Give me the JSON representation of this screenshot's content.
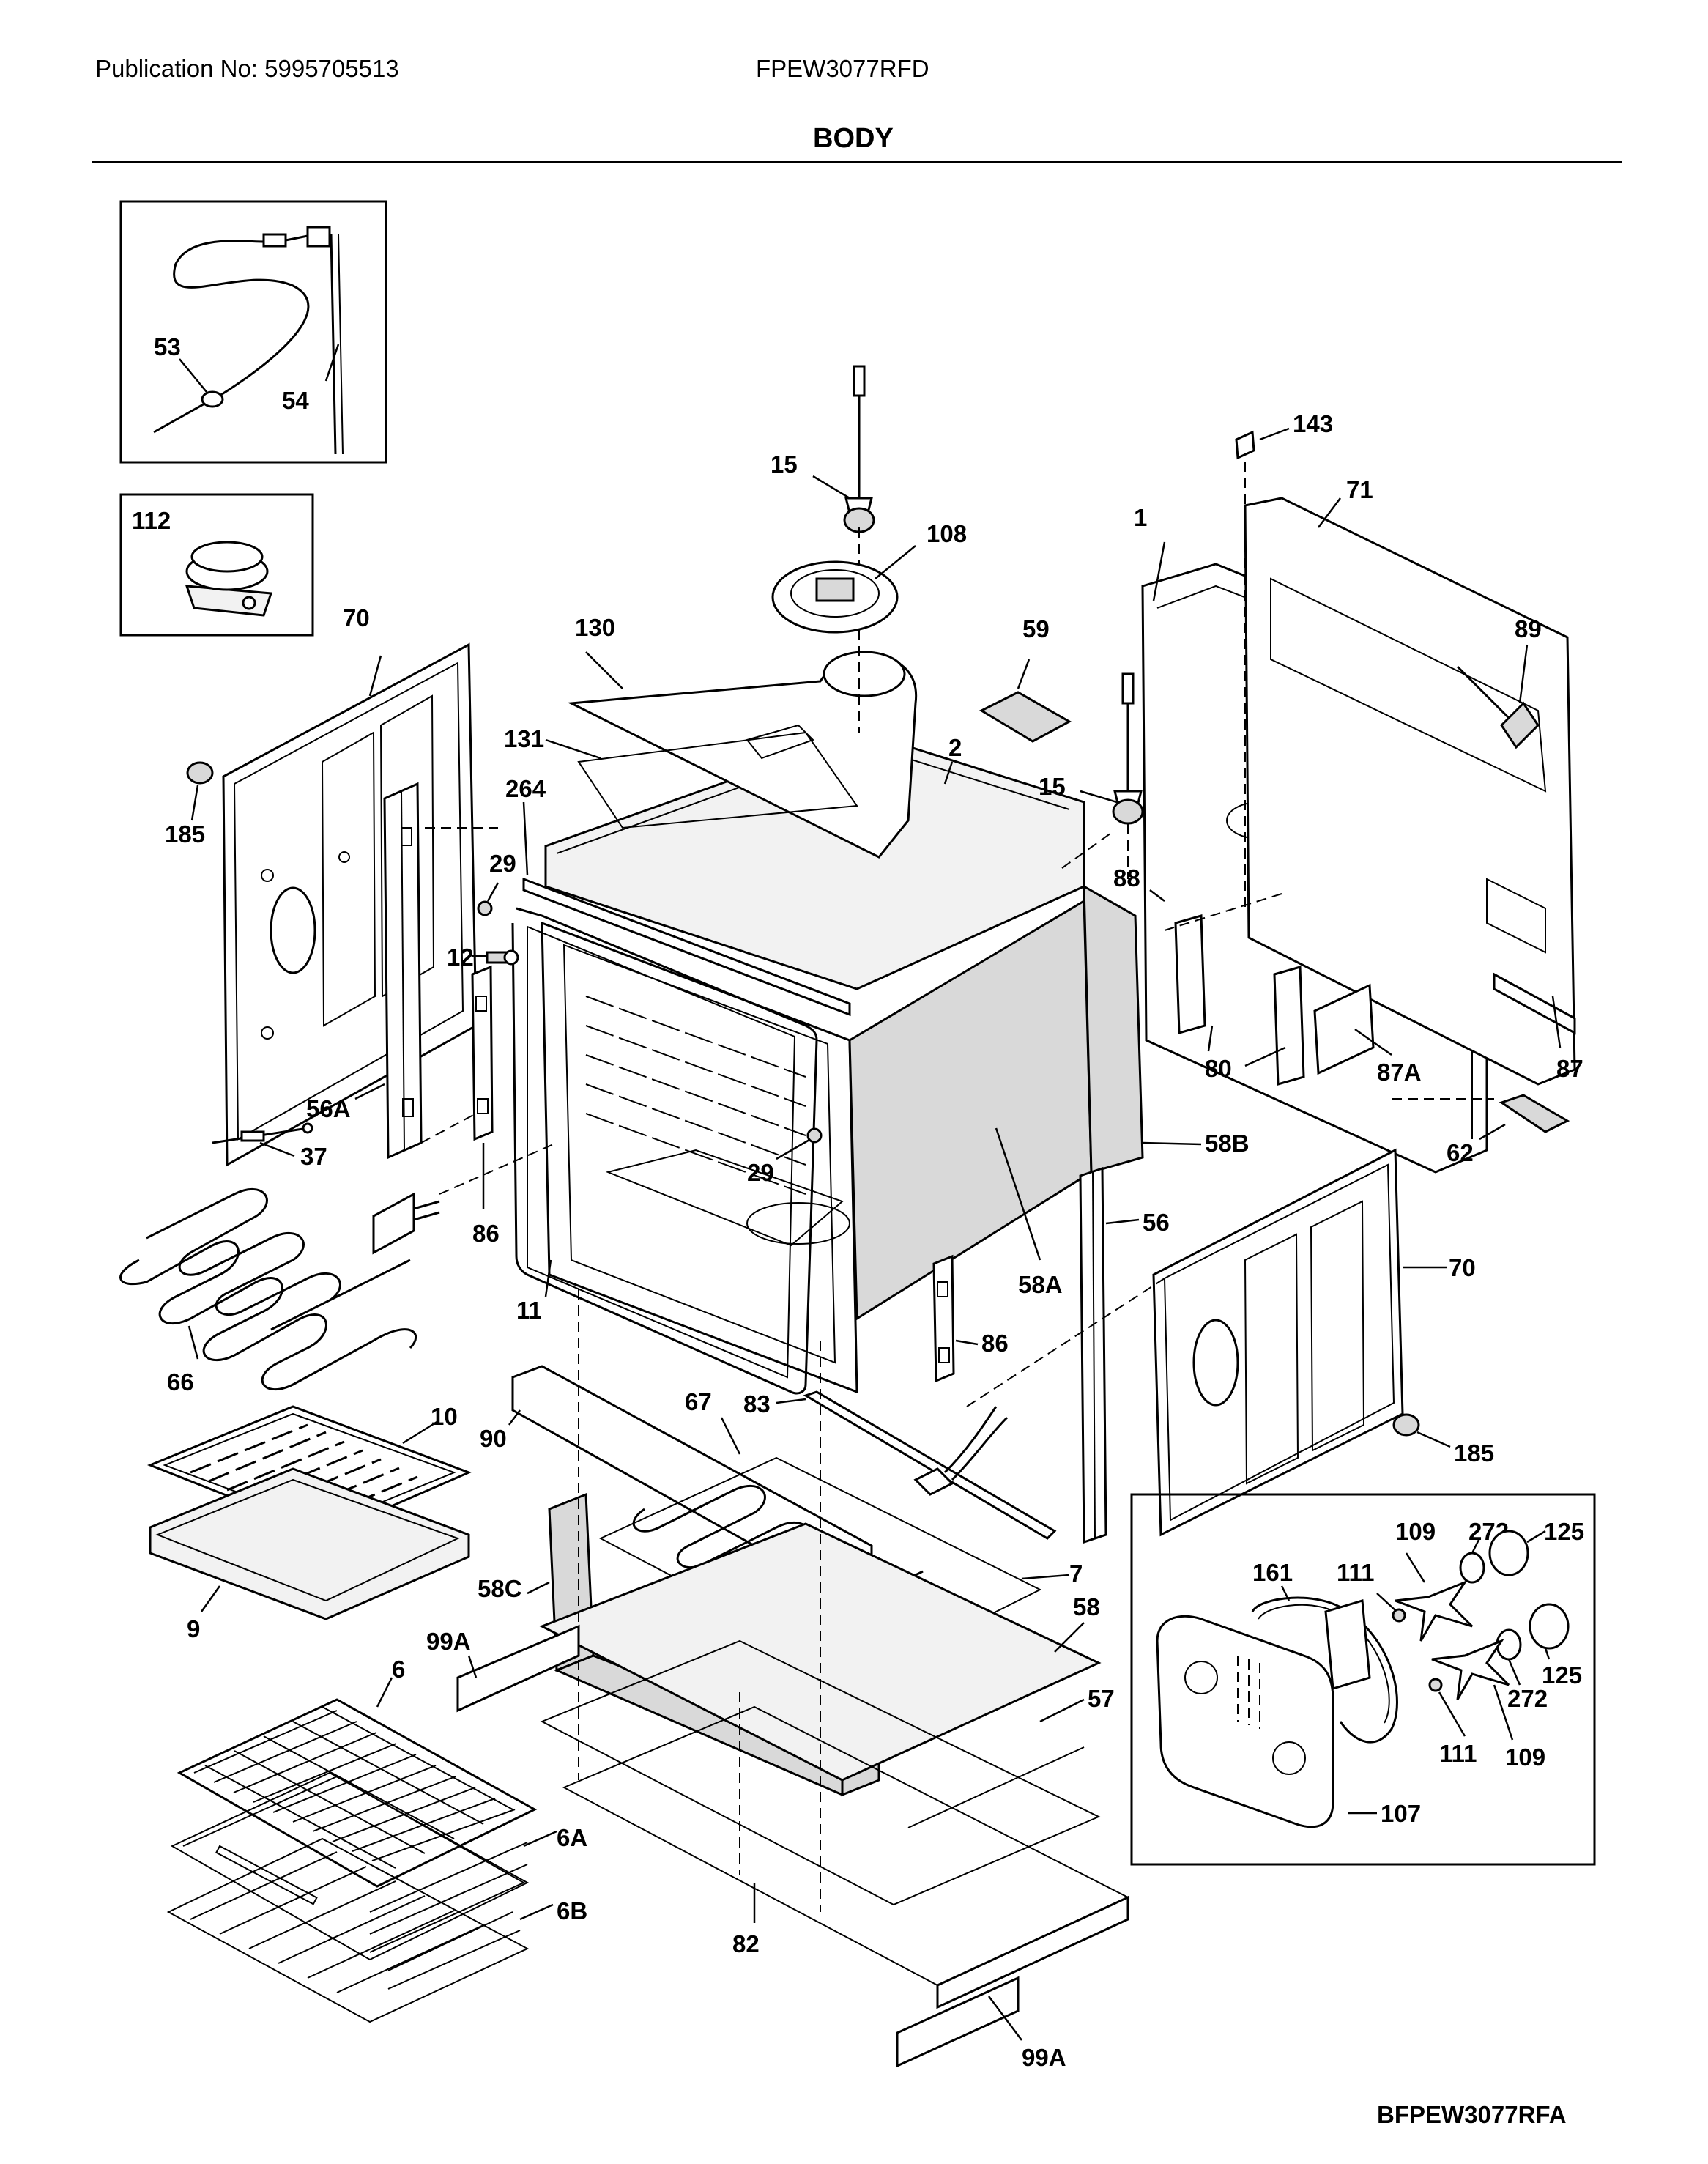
{
  "header": {
    "publication": "Publication No: 5995705513",
    "model": "FPEW3077RFD",
    "section_title": "BODY"
  },
  "footer": {
    "diagram_code": "BFPEW3077RFA"
  },
  "callouts": {
    "c53": "53",
    "c54": "54",
    "c112": "112",
    "c70a": "70",
    "c185a": "185",
    "c56A": "56A",
    "c37": "37",
    "c66": "66",
    "c10": "10",
    "c9": "9",
    "c6": "6",
    "c6A": "6A",
    "c6B": "6B",
    "c130": "130",
    "c131": "131",
    "c264": "264",
    "c29a": "29",
    "c12": "12",
    "c86a": "86",
    "c11": "11",
    "c29b": "29",
    "c15a": "15",
    "c108": "108",
    "c59": "59",
    "c2": "2",
    "c15b": "15",
    "c58A": "58A",
    "c86b": "86",
    "c90": "90",
    "c83": "83",
    "c67": "67",
    "c58C": "58C",
    "c7": "7",
    "c99Aa": "99A",
    "c58": "58",
    "c57": "57",
    "c82": "82",
    "c99Ab": "99A",
    "c143": "143",
    "c71": "71",
    "c1": "1",
    "c89": "89",
    "c88": "88",
    "c80": "80",
    "c87A": "87A",
    "c87": "87",
    "c58B": "58B",
    "c62": "62",
    "c56": "56",
    "c70b": "70",
    "c185b": "185",
    "c109a": "109",
    "c272a": "272",
    "c125a": "125",
    "c161": "161",
    "c111a": "111",
    "c125b": "125",
    "c272b": "272",
    "c111b": "111",
    "c109b": "109",
    "c107": "107"
  }
}
